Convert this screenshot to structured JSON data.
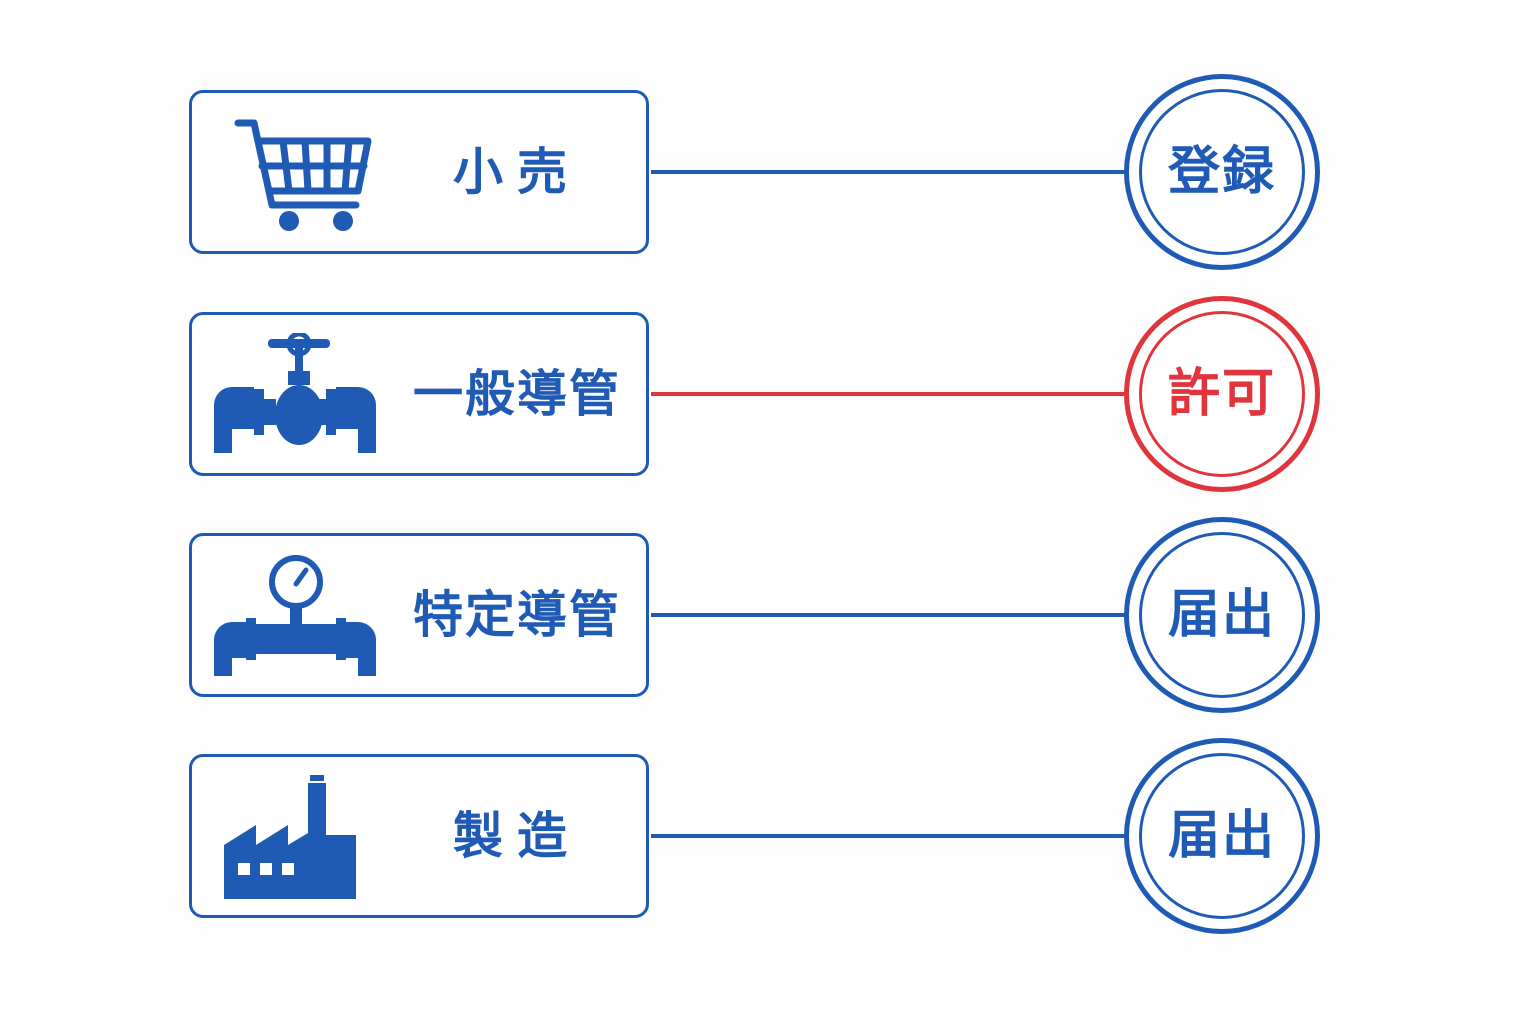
{
  "colors": {
    "primary_blue": "#1f5bb5",
    "permit_red": "#e0353d",
    "background": "#fdfdfd"
  },
  "rows": [
    {
      "category": "小売",
      "icon": "shopping-cart-icon",
      "status": "登録",
      "status_color": "blue"
    },
    {
      "category": "一般導管",
      "icon": "valve-pipe-icon",
      "status": "許可",
      "status_color": "red"
    },
    {
      "category": "特定導管",
      "icon": "pressure-gauge-pipe-icon",
      "status": "届出",
      "status_color": "blue"
    },
    {
      "category": "製造",
      "icon": "factory-icon",
      "status": "届出",
      "status_color": "blue"
    }
  ]
}
